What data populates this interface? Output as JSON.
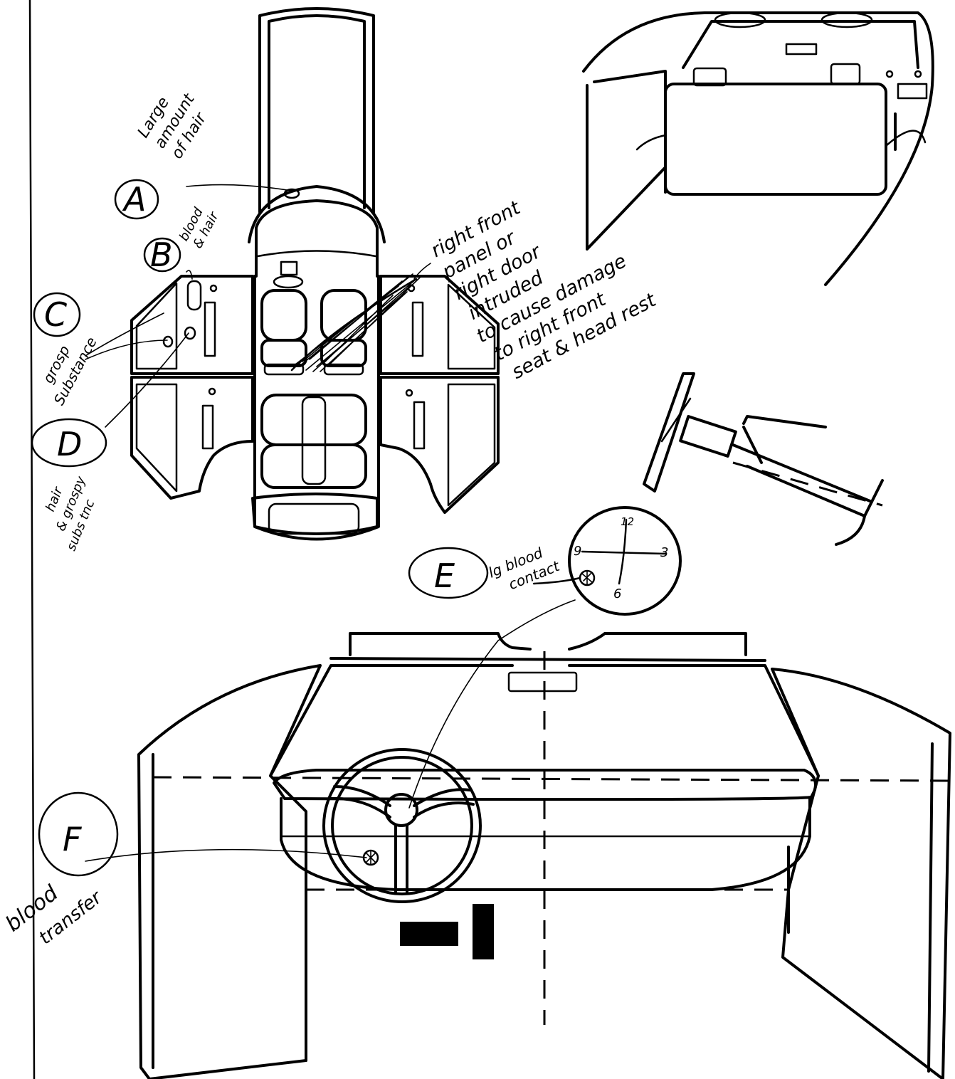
{
  "annotations": {
    "A": {
      "letter": "A",
      "lines": [
        "Large",
        "amount",
        "of hair"
      ]
    },
    "B": {
      "letter": "B",
      "lines": [
        "blood",
        "& hair"
      ]
    },
    "C": {
      "letter": "C",
      "lines": [
        "grosp",
        "Substance"
      ]
    },
    "D": {
      "letter": "D",
      "lines": [
        "hair",
        "& grospy",
        "subs tnc"
      ]
    },
    "E": {
      "letter": "E",
      "lines": [
        "lg blood",
        "contact"
      ]
    },
    "F": {
      "letter": "F",
      "lines": [
        "blood",
        "transfer"
      ]
    }
  },
  "damage_note": {
    "lines": [
      "right front",
      "panel or",
      "right door",
      "intruded",
      "to cause damage",
      "to right front",
      "seat & head rest"
    ]
  },
  "clock": {
    "n12": "12",
    "n3": "3",
    "n6": "6",
    "n9": "9"
  },
  "icons": [
    "steering-wheel-icon",
    "seat-icon",
    "door-panel-icon",
    "dashboard-icon"
  ]
}
